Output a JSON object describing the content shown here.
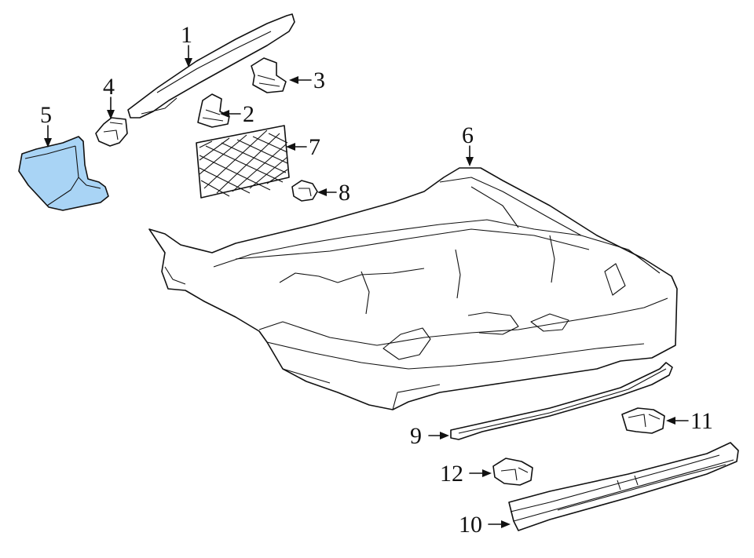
{
  "callouts": [
    {
      "id": "1",
      "label": "1"
    },
    {
      "id": "2",
      "label": "2"
    },
    {
      "id": "3",
      "label": "3"
    },
    {
      "id": "4",
      "label": "4"
    },
    {
      "id": "5",
      "label": "5"
    },
    {
      "id": "6",
      "label": "6"
    },
    {
      "id": "7",
      "label": "7"
    },
    {
      "id": "8",
      "label": "8"
    },
    {
      "id": "9",
      "label": "9"
    },
    {
      "id": "10",
      "label": "10"
    },
    {
      "id": "11",
      "label": "11"
    },
    {
      "id": "12",
      "label": "12"
    }
  ],
  "colors": {
    "highlight_part": "#a9d4f5",
    "line": "#111111",
    "background": "#ffffff"
  }
}
